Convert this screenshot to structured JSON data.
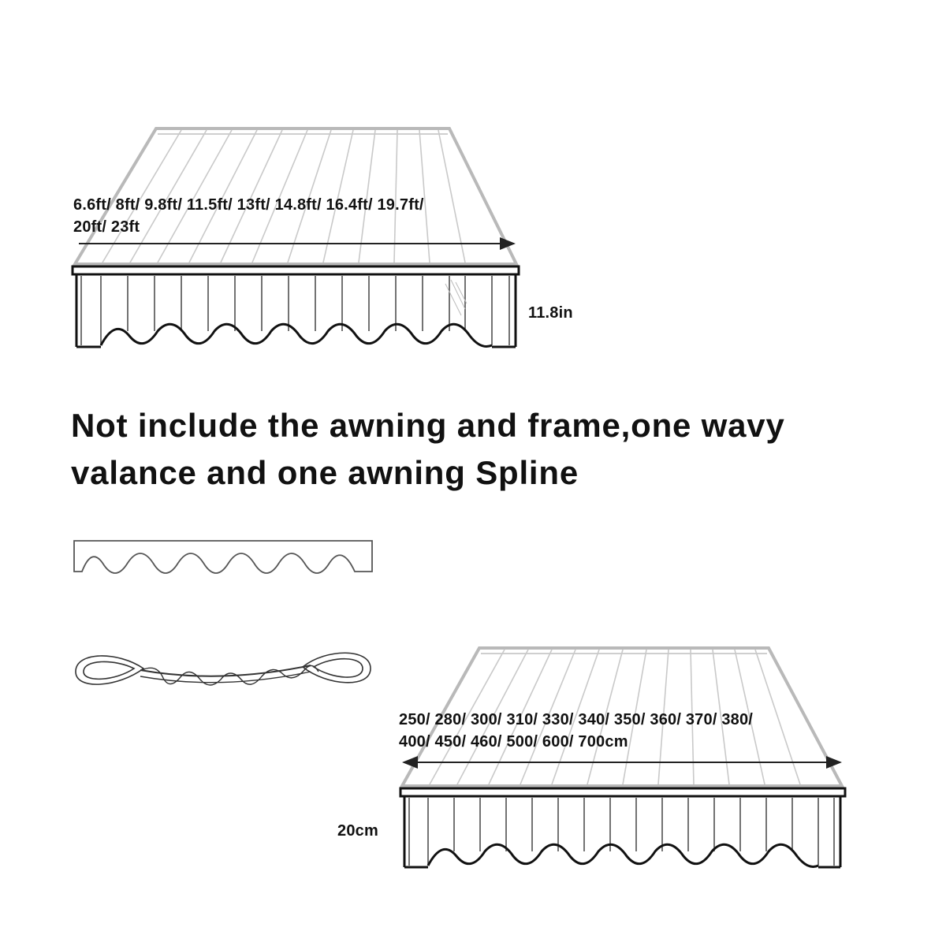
{
  "top_diagram": {
    "width_label": "6.6ft/ 8ft/ 9.8ft/ 11.5ft/ 13ft/ 14.8ft/ 16.4ft/ 19.7ft/\n20ft/ 23ft",
    "height_label": "11.8in"
  },
  "headline": "Not include the awning and frame,one wavy valance and one awning Spline",
  "bottom_diagram": {
    "width_label": "250/ 280/ 300/ 310/ 330/ 340/ 350/ 360/ 370/ 380/\n400/ 450/ 460/ 500/ 600/ 700cm",
    "height_label": "20cm"
  },
  "icons": {
    "top_awning": "awning-sketch-icon",
    "valance": "wavy-valance-icon",
    "spline": "awning-spline-icon",
    "bottom_awning": "awning-sketch-icon"
  }
}
